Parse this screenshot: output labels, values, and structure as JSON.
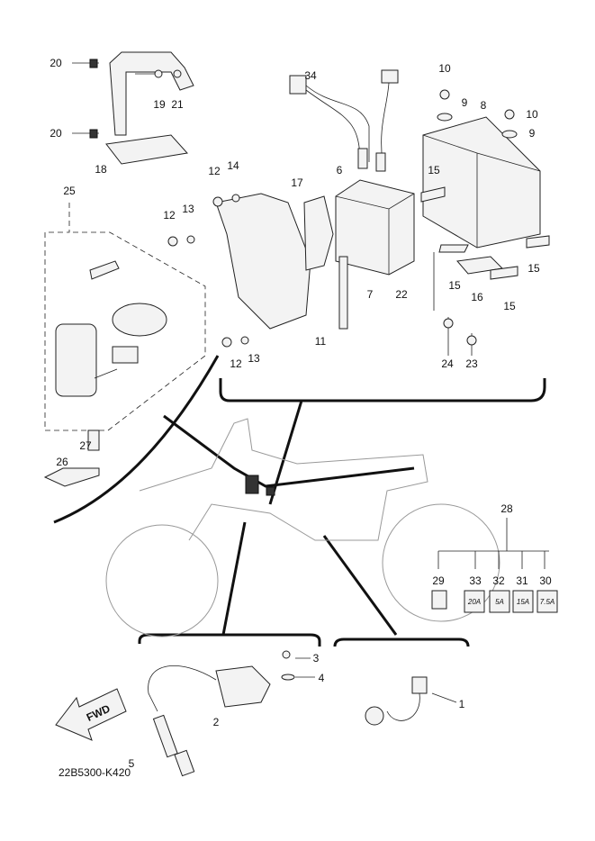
{
  "callouts": [
    "20",
    "20",
    "19",
    "21",
    "18",
    "34",
    "10",
    "9",
    "8",
    "10",
    "9",
    "15",
    "12",
    "14",
    "6",
    "17",
    "25",
    "12",
    "13",
    "15",
    "16",
    "15",
    "15",
    "7",
    "22",
    "11",
    "12",
    "13",
    "24",
    "23",
    "27",
    "26",
    "28",
    "29",
    "33",
    "32",
    "31",
    "30",
    "3",
    "4",
    "2",
    "1",
    "5"
  ],
  "fuse_ratings": [
    "20A",
    "5A",
    "15A",
    "7.5A"
  ],
  "fwd_label": "FWD",
  "diagram_code": "22B5300-K420"
}
